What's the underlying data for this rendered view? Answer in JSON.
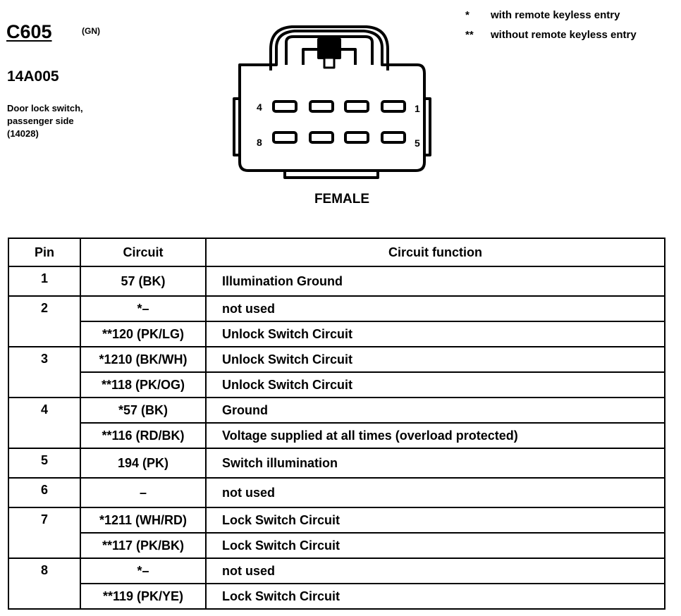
{
  "header": {
    "connector_id": "C605",
    "color_code": "(GN)",
    "part_number": "14A005",
    "description_lines": [
      "Door lock switch,",
      "passenger side",
      "(14028)"
    ]
  },
  "legend": [
    {
      "symbol": "*",
      "text": "with remote keyless entry"
    },
    {
      "symbol": "**",
      "text": "without remote keyless entry"
    }
  ],
  "connector": {
    "pin_labels": {
      "top_left": "4",
      "top_right": "1",
      "bottom_left": "8",
      "bottom_right": "5"
    },
    "gender": "FEMALE"
  },
  "table": {
    "headers": {
      "pin": "Pin",
      "circuit": "Circuit",
      "function": "Circuit function"
    },
    "rows": [
      {
        "pin": "1",
        "entries": [
          {
            "circuit": "57 (BK)",
            "function": "Illumination Ground"
          }
        ]
      },
      {
        "pin": "2",
        "entries": [
          {
            "circuit": "*–",
            "function": "not used"
          },
          {
            "circuit": "**120 (PK/LG)",
            "function": "Unlock Switch Circuit"
          }
        ]
      },
      {
        "pin": "3",
        "entries": [
          {
            "circuit": "*1210 (BK/WH)",
            "function": "Unlock Switch Circuit"
          },
          {
            "circuit": "**118 (PK/OG)",
            "function": "Unlock Switch Circuit"
          }
        ]
      },
      {
        "pin": "4",
        "entries": [
          {
            "circuit": "*57 (BK)",
            "function": "Ground"
          },
          {
            "circuit": "**116 (RD/BK)",
            "function": "Voltage supplied at all times (overload protected)"
          }
        ]
      },
      {
        "pin": "5",
        "entries": [
          {
            "circuit": "194 (PK)",
            "function": "Switch illumination"
          }
        ]
      },
      {
        "pin": "6",
        "entries": [
          {
            "circuit": "–",
            "function": "not used"
          }
        ]
      },
      {
        "pin": "7",
        "entries": [
          {
            "circuit": "*1211 (WH/RD)",
            "function": "Lock Switch Circuit"
          },
          {
            "circuit": "**117 (PK/BK)",
            "function": "Lock Switch Circuit"
          }
        ]
      },
      {
        "pin": "8",
        "entries": [
          {
            "circuit": "*–",
            "function": "not used"
          },
          {
            "circuit": "**119 (PK/YE)",
            "function": "Lock Switch Circuit"
          }
        ]
      }
    ]
  }
}
